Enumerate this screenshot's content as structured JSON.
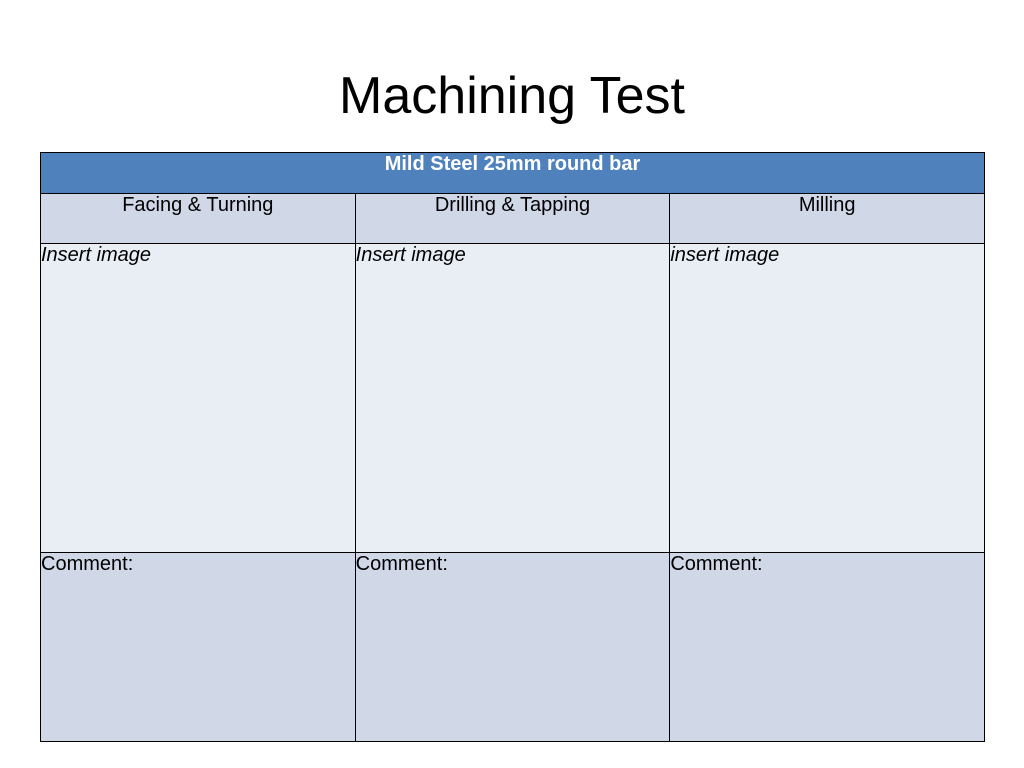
{
  "slide": {
    "title": "Machining Test"
  },
  "table": {
    "banner": "Mild Steel 25mm round bar",
    "columns": [
      "Facing & Turning",
      "Drilling & Tapping",
      "Milling"
    ],
    "image_row": [
      "Insert image",
      "Insert image",
      "insert image"
    ],
    "comment_row": [
      "Comment:",
      "Comment:",
      "Comment:"
    ]
  }
}
